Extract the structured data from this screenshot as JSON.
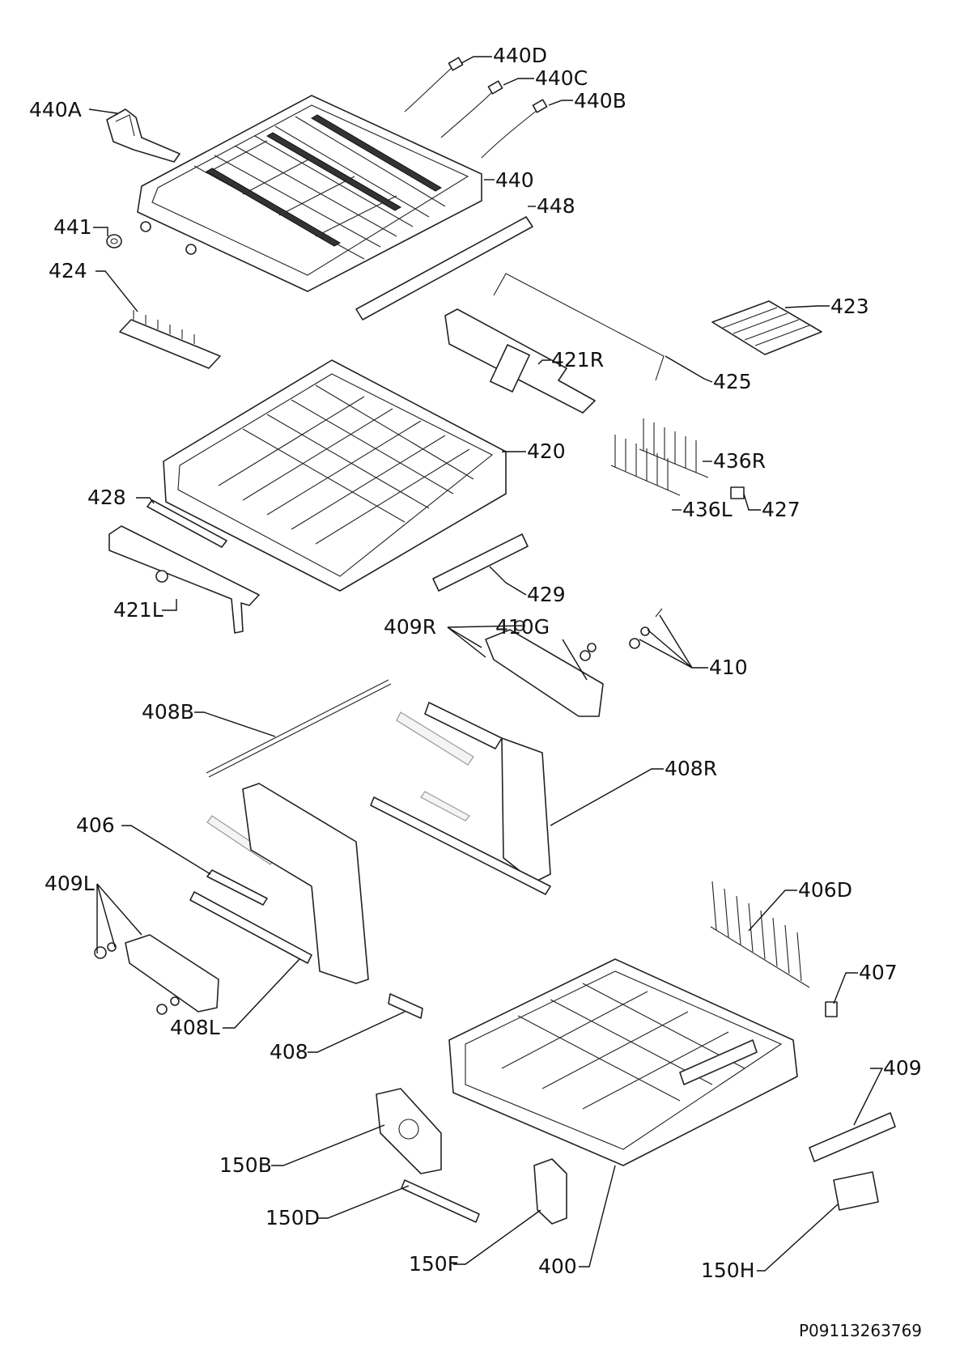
{
  "diagram": {
    "doc_code": "P09113263769",
    "parts": [
      {
        "id": "440D",
        "label": "440D"
      },
      {
        "id": "440C",
        "label": "440C"
      },
      {
        "id": "440B",
        "label": "440B"
      },
      {
        "id": "440A",
        "label": "440A"
      },
      {
        "id": "440",
        "label": "440"
      },
      {
        "id": "448",
        "label": "448"
      },
      {
        "id": "441",
        "label": "441"
      },
      {
        "id": "424",
        "label": "424"
      },
      {
        "id": "423",
        "label": "423"
      },
      {
        "id": "421R",
        "label": "421R"
      },
      {
        "id": "425",
        "label": "425"
      },
      {
        "id": "420",
        "label": "420"
      },
      {
        "id": "436R",
        "label": "436R"
      },
      {
        "id": "428",
        "label": "428"
      },
      {
        "id": "436L",
        "label": "436L"
      },
      {
        "id": "427",
        "label": "427"
      },
      {
        "id": "429",
        "label": "429"
      },
      {
        "id": "421L",
        "label": "421L"
      },
      {
        "id": "409R",
        "label": "409R"
      },
      {
        "id": "410G",
        "label": "410G"
      },
      {
        "id": "410",
        "label": "410"
      },
      {
        "id": "408B",
        "label": "408B"
      },
      {
        "id": "408R",
        "label": "408R"
      },
      {
        "id": "406",
        "label": "406"
      },
      {
        "id": "406D",
        "label": "406D"
      },
      {
        "id": "409L",
        "label": "409L"
      },
      {
        "id": "407",
        "label": "407"
      },
      {
        "id": "408L",
        "label": "408L"
      },
      {
        "id": "408",
        "label": "408"
      },
      {
        "id": "409",
        "label": "409"
      },
      {
        "id": "150B",
        "label": "150B"
      },
      {
        "id": "150D",
        "label": "150D"
      },
      {
        "id": "150H",
        "label": "150H"
      },
      {
        "id": "150F",
        "label": "150F"
      },
      {
        "id": "400",
        "label": "400"
      }
    ]
  }
}
